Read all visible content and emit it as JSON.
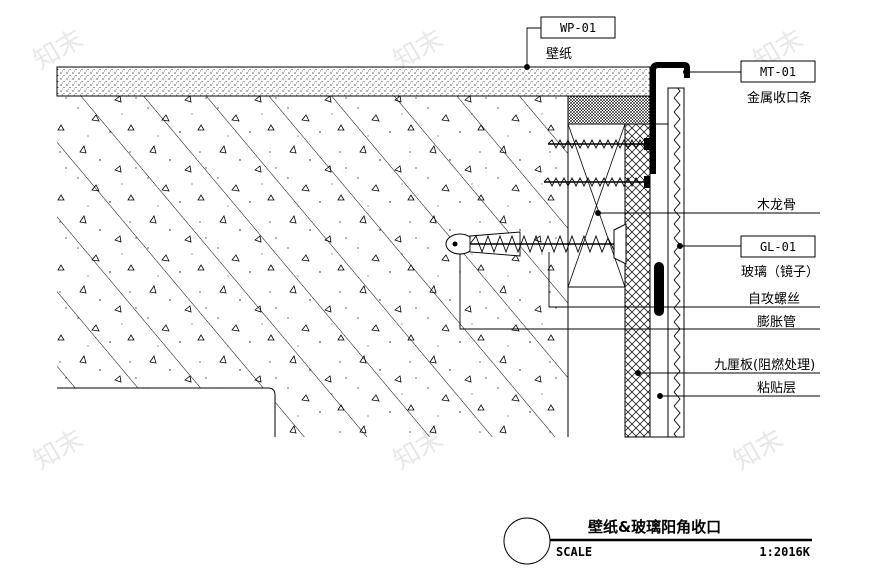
{
  "tags": {
    "wp": "WP-01",
    "mt": "MT-01",
    "gl": "GL-01"
  },
  "labels": {
    "wallpaper": "壁纸",
    "metal_trim": "金属收口条",
    "wood_keel": "木龙骨",
    "glass_mirror": "玻璃（镜子）",
    "self_tapping_screw": "自攻螺丝",
    "expansion_tube": "膨胀管",
    "plywood_fireproof": "九厘板(阻燃处理)",
    "adhesive_layer": "粘贴层"
  },
  "title_block": {
    "title": "壁纸&玻璃阳角收口",
    "scale_label": "SCALE",
    "scale_value": "1:2016K"
  },
  "watermark": {
    "text": "知末"
  }
}
